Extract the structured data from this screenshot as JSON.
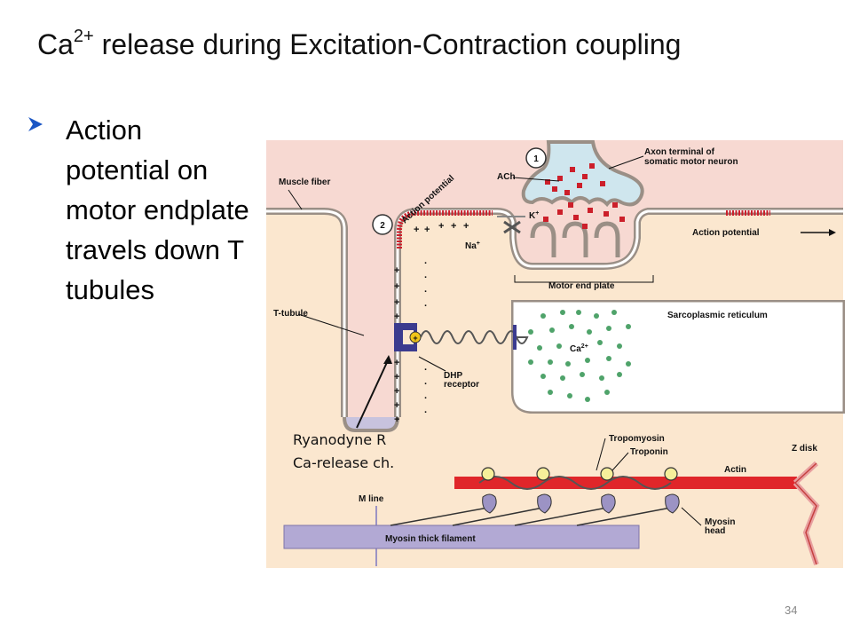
{
  "slide": {
    "title_prefix": "Ca",
    "title_sup": "2+",
    "title_rest": " release during Excitation-Contraction coupling",
    "bullet_text": "Action potential on motor endplate travels down T tubules",
    "page_number": "34"
  },
  "diagram": {
    "step_1": "1",
    "step_2": "2",
    "muscle_fiber": "Muscle fiber",
    "action_potential_curved": "Action potential",
    "ach": "ACh",
    "axon_terminal_line1": "Axon terminal of",
    "axon_terminal_line2": "somatic motor neuron",
    "k_ion": "K",
    "k_sup": "+",
    "na_ion": "Na",
    "na_sup": "+",
    "action_potential_right": "Action potential",
    "motor_end_plate": "Motor end plate",
    "t_tubule": "T-tubule",
    "sarcoplasmic_reticulum": "Sarcoplasmic reticulum",
    "ca_label": "Ca",
    "ca_sup": "2+",
    "dhp_line1": "DHP",
    "dhp_line2": "receptor",
    "ryanodyne_line1": "Ryanodyne R",
    "ryanodyne_line2": "Ca-release ch.",
    "tropomyosin": "Tropomyosin",
    "troponin": "Troponin",
    "z_disk": "Z disk",
    "actin": "Actin",
    "m_line": "M line",
    "myosin_head_line1": "Myosin",
    "myosin_head_line2": "head",
    "myosin_thick_filament": "Myosin thick filament"
  },
  "colors": {
    "background_fiber": "#fbe7cf",
    "cytoplasm_pink": "#f7d9d2",
    "membrane": "#9a8f86",
    "ach_red": "#cc1f2a",
    "ca_green": "#4fa36a",
    "dhp_blue": "#3b3b8f",
    "actin_red": "#e0262a",
    "myosin_purple": "#9c93c4",
    "bullet_blue": "#1a56c4"
  }
}
